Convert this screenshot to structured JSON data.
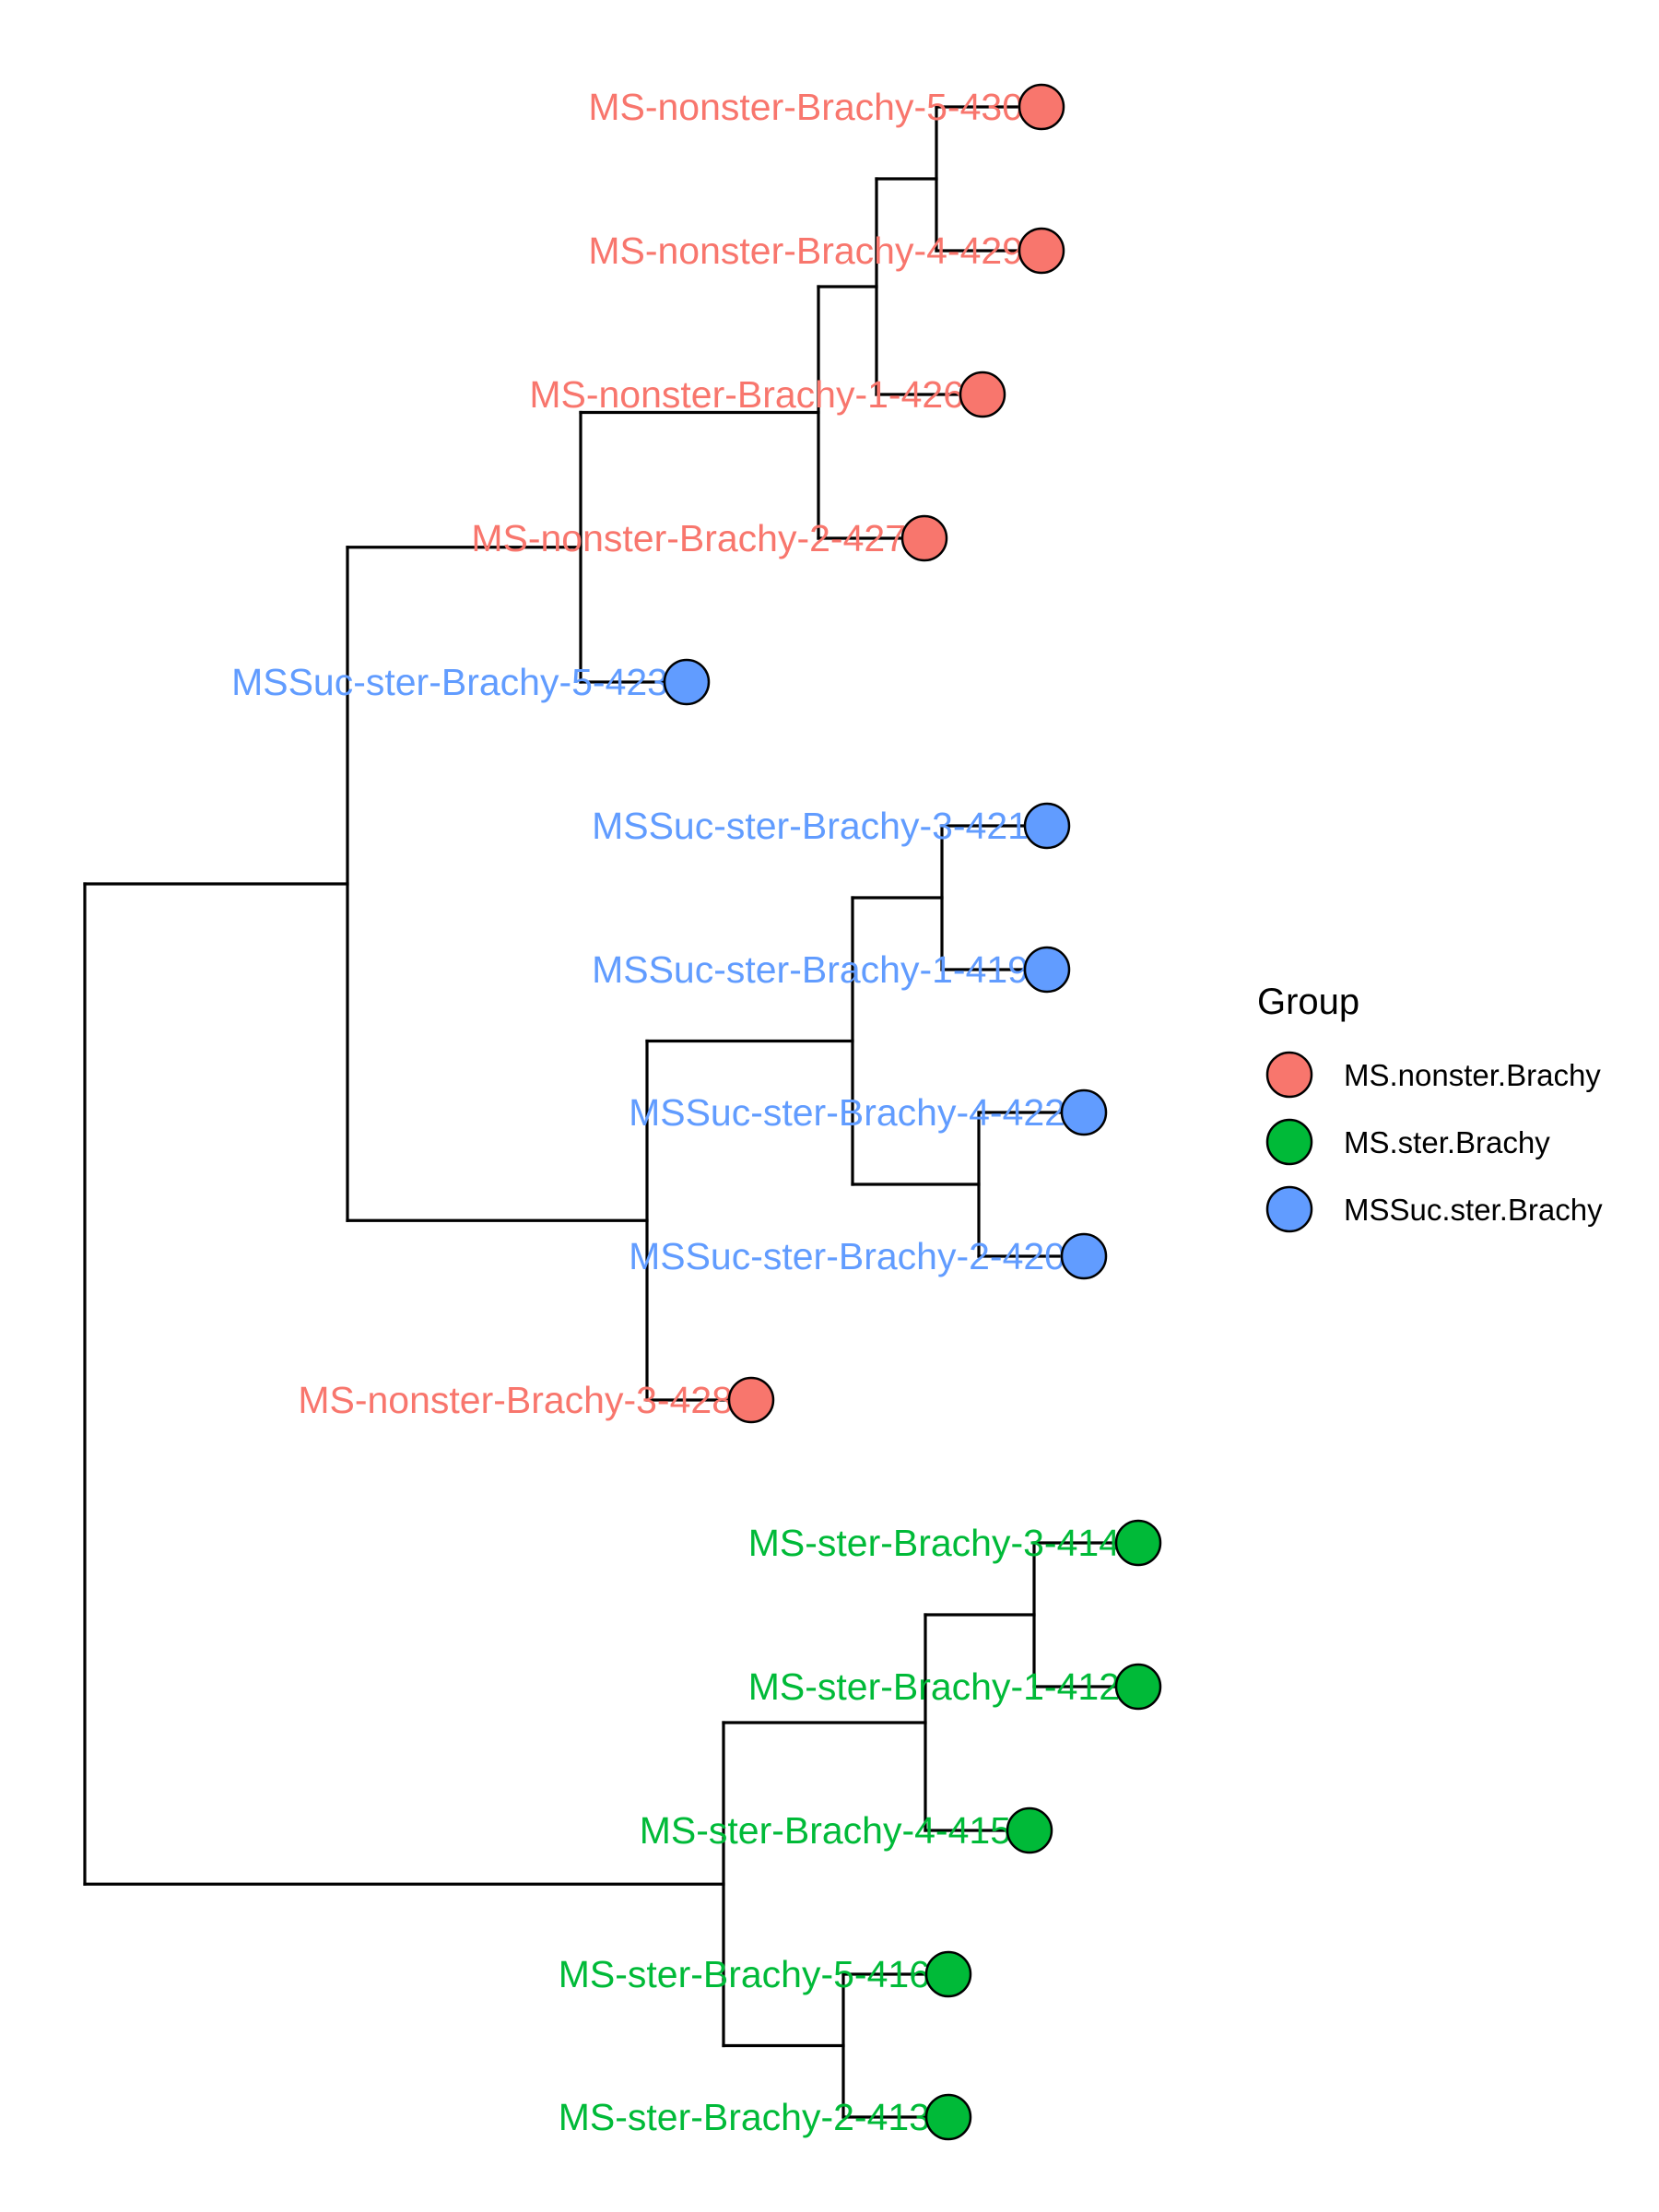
{
  "groups": [
    {
      "key": "nonster",
      "name": "MS.nonster.Brachy",
      "color": "#F8766D"
    },
    {
      "key": "ster",
      "name": "MS.ster.Brachy",
      "color": "#00BA38"
    },
    {
      "key": "mssuc",
      "name": "MSSuc.ster.Brachy",
      "color": "#619CFF"
    }
  ],
  "legend": {
    "title": "Group"
  },
  "tips": [
    {
      "label": "MS-nonster-Brachy-5-430",
      "group": "nonster"
    },
    {
      "label": "MS-nonster-Brachy-4-429",
      "group": "nonster"
    },
    {
      "label": "MS-nonster-Brachy-1-426",
      "group": "nonster"
    },
    {
      "label": "MS-nonster-Brachy-2-427",
      "group": "nonster"
    },
    {
      "label": "MSSuc-ster-Brachy-5-423",
      "group": "mssuc"
    },
    {
      "label": "MSSuc-ster-Brachy-3-421",
      "group": "mssuc"
    },
    {
      "label": "MSSuc-ster-Brachy-1-419",
      "group": "mssuc"
    },
    {
      "label": "MSSuc-ster-Brachy-4-422",
      "group": "mssuc"
    },
    {
      "label": "MSSuc-ster-Brachy-2-420",
      "group": "mssuc"
    },
    {
      "label": "MS-nonster-Brachy-3-428",
      "group": "nonster"
    },
    {
      "label": "MS-ster-Brachy-3-414",
      "group": "ster"
    },
    {
      "label": "MS-ster-Brachy-1-412",
      "group": "ster"
    },
    {
      "label": "MS-ster-Brachy-4-415",
      "group": "ster"
    },
    {
      "label": "MS-ster-Brachy-5-416",
      "group": "ster"
    },
    {
      "label": "MS-ster-Brachy-2-413",
      "group": "ster"
    }
  ]
}
